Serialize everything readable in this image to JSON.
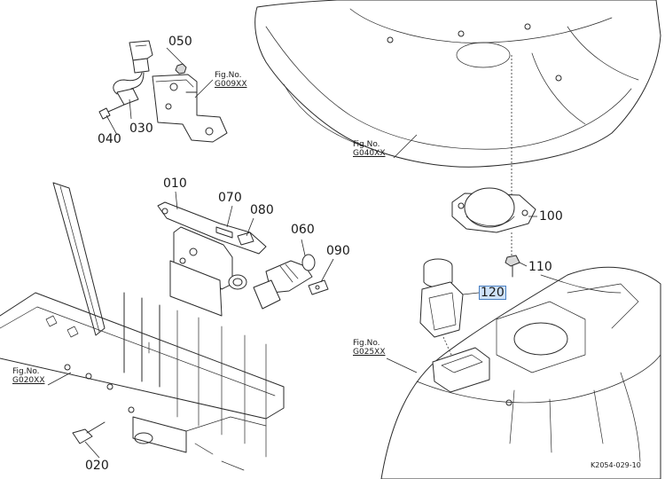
{
  "parts": [
    {
      "id": "p050",
      "number": "050"
    },
    {
      "id": "p030",
      "number": "030"
    },
    {
      "id": "p040",
      "number": "040"
    },
    {
      "id": "p010",
      "number": "010"
    },
    {
      "id": "p070",
      "number": "070"
    },
    {
      "id": "p080",
      "number": "080"
    },
    {
      "id": "p060",
      "number": "060"
    },
    {
      "id": "p090",
      "number": "090"
    },
    {
      "id": "p100",
      "number": "100"
    },
    {
      "id": "p110",
      "number": "110"
    },
    {
      "id": "p120",
      "number": "120",
      "selected": true
    },
    {
      "id": "p020",
      "number": "020"
    }
  ],
  "figure_refs": [
    {
      "id": "g009",
      "label": "Fig.No.",
      "code": "G009XX"
    },
    {
      "id": "g040",
      "label": "Fig.No.",
      "code": "G040XX"
    },
    {
      "id": "g025",
      "label": "Fig.No.",
      "code": "G025XX"
    },
    {
      "id": "g020",
      "label": "Fig.No.",
      "code": "G020XX"
    }
  ],
  "drawing_code": "K2054-029-10",
  "colors": {
    "line": "#2a2a2a",
    "highlight_fill": "#cfe2f7",
    "highlight_border": "#4a7fc1"
  }
}
